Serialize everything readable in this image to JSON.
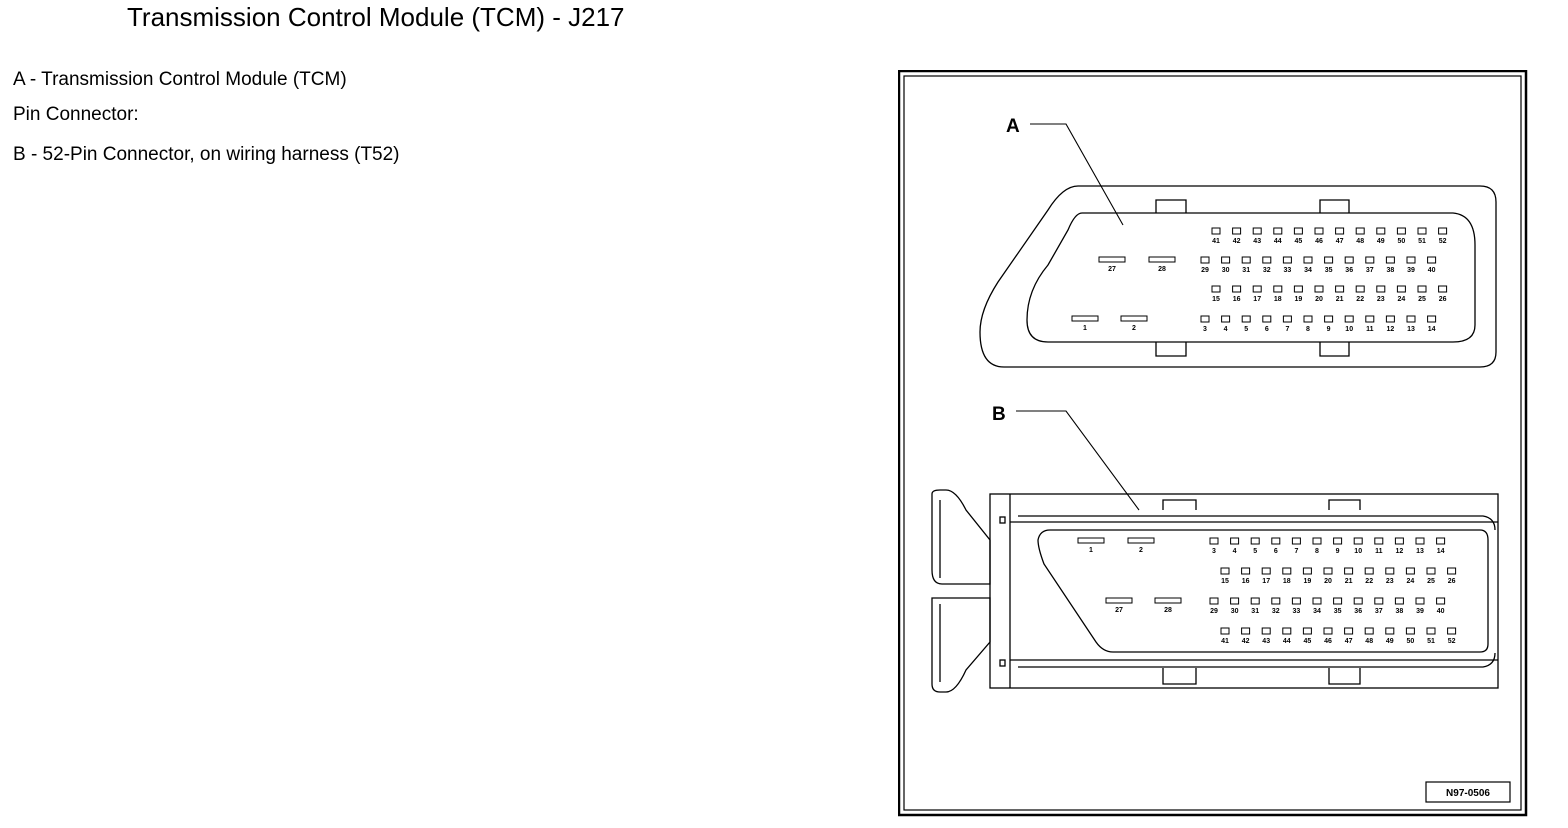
{
  "page": {
    "title": "Transmission Control Module (TCM) - J217"
  },
  "legend": [
    "A - Transmission Control Module (TCM)",
    "Pin Connector:",
    "B - 52-Pin Connector, on wiring harness (T52)"
  ],
  "diagram": {
    "callout_a": "A",
    "callout_b": "B",
    "figure_id": "N97-0506",
    "connector_a_rows": [
      [
        "41",
        "42",
        "43",
        "44",
        "45",
        "46",
        "47",
        "48",
        "49",
        "50",
        "51",
        "52"
      ],
      [
        "27",
        "28",
        "29",
        "30",
        "31",
        "32",
        "33",
        "34",
        "35",
        "36",
        "37",
        "38",
        "39",
        "40"
      ],
      [
        "15",
        "16",
        "17",
        "18",
        "19",
        "20",
        "21",
        "22",
        "23",
        "24",
        "25",
        "26"
      ],
      [
        "1",
        "2",
        "3",
        "4",
        "5",
        "6",
        "7",
        "8",
        "9",
        "10",
        "11",
        "12",
        "13",
        "14"
      ]
    ],
    "connector_b_rows": [
      [
        "1",
        "2",
        "3",
        "4",
        "5",
        "6",
        "7",
        "8",
        "9",
        "10",
        "11",
        "12",
        "13",
        "14"
      ],
      [
        "15",
        "16",
        "17",
        "18",
        "19",
        "20",
        "21",
        "22",
        "23",
        "24",
        "25",
        "26"
      ],
      [
        "27",
        "28",
        "29",
        "30",
        "31",
        "32",
        "33",
        "34",
        "35",
        "36",
        "37",
        "38",
        "39",
        "40"
      ],
      [
        "41",
        "42",
        "43",
        "44",
        "45",
        "46",
        "47",
        "48",
        "49",
        "50",
        "51",
        "52"
      ]
    ]
  }
}
